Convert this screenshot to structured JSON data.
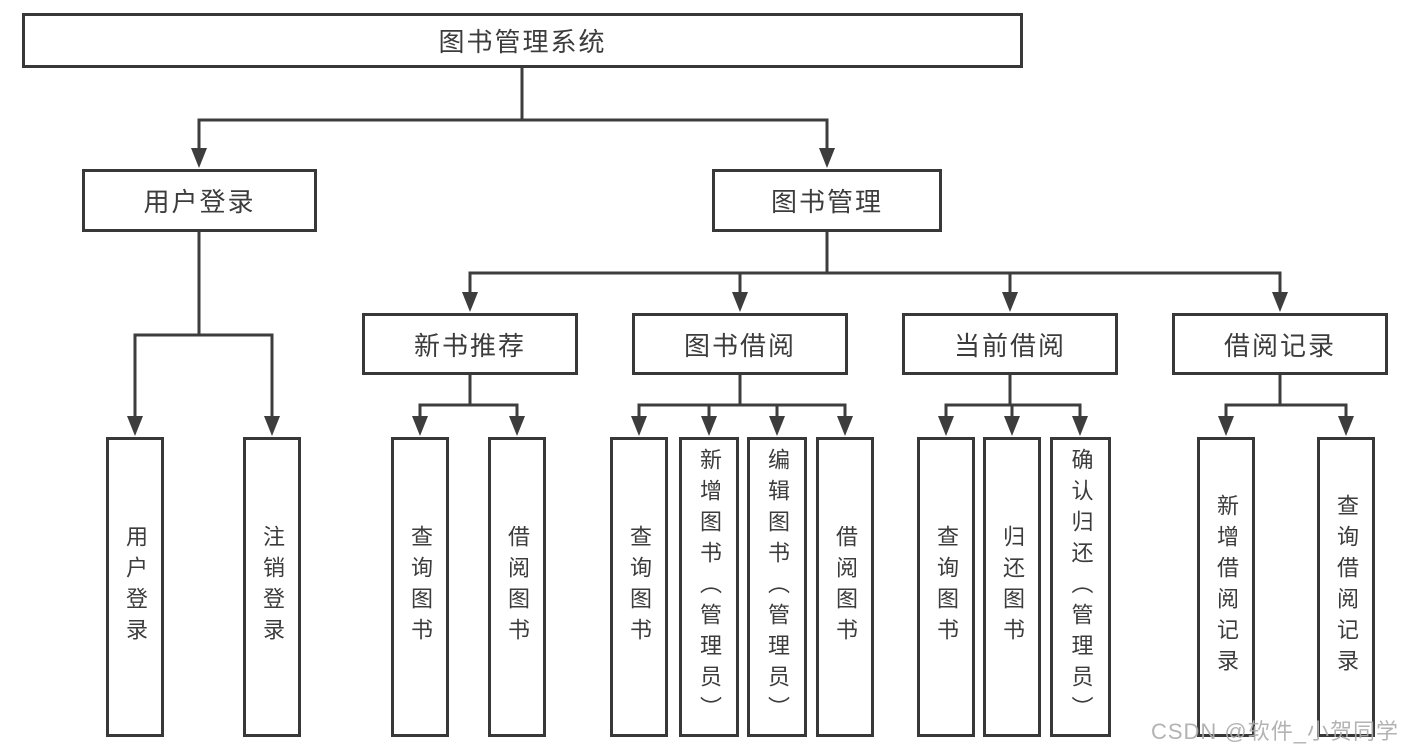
{
  "diagram": {
    "root": {
      "label": "图书管理系统"
    },
    "branches": [
      {
        "label": "用户登录",
        "children": [
          {
            "label": "用户登录"
          },
          {
            "label": "注销登录"
          }
        ]
      },
      {
        "label": "图书管理",
        "children": [
          {
            "label": "新书推荐",
            "children": [
              {
                "label": "查询图书"
              },
              {
                "label": "借阅图书"
              }
            ]
          },
          {
            "label": "图书借阅",
            "children": [
              {
                "label": "查询图书"
              },
              {
                "label": "新增图书（管理员）"
              },
              {
                "label": "编辑图书（管理员）"
              },
              {
                "label": "借阅图书"
              }
            ]
          },
          {
            "label": "当前借阅",
            "children": [
              {
                "label": "查询图书"
              },
              {
                "label": "归还图书"
              },
              {
                "label": "确认归还（管理员）"
              }
            ]
          },
          {
            "label": "借阅记录",
            "children": [
              {
                "label": "新增借阅记录"
              },
              {
                "label": "查询借阅记录"
              }
            ]
          }
        ]
      }
    ]
  },
  "watermark": {
    "text": "CSDN @软件_小贺同学"
  },
  "colors": {
    "line": "#3d3d3d",
    "box_border": "#383838",
    "text": "#3c3c3c",
    "watermark": "#acacac",
    "background": "#ffffff"
  }
}
